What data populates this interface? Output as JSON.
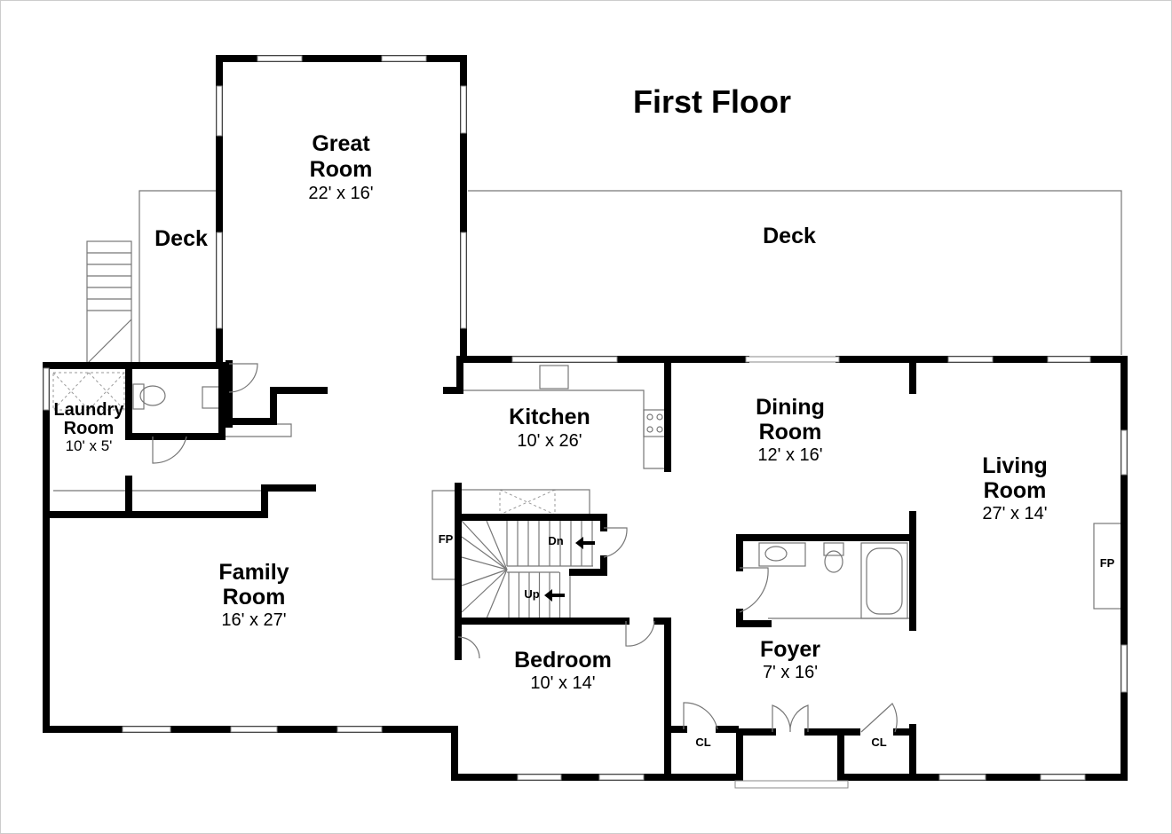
{
  "title": "First Floor",
  "rooms": [
    {
      "name_lines": [
        "Great",
        "Room"
      ],
      "size": "22' x 16'"
    },
    {
      "name_lines": [
        "Deck"
      ],
      "size": ""
    },
    {
      "name_lines": [
        "Deck"
      ],
      "size": ""
    },
    {
      "name_lines": [
        "Laundry",
        "Room"
      ],
      "size": "10' x 5'"
    },
    {
      "name_lines": [
        "Kitchen"
      ],
      "size": "10' x 26'"
    },
    {
      "name_lines": [
        "Dining",
        "Room"
      ],
      "size": "12' x 16'"
    },
    {
      "name_lines": [
        "Living",
        "Room"
      ],
      "size": "27' x 14'"
    },
    {
      "name_lines": [
        "Family",
        "Room"
      ],
      "size": "16' x 27'"
    },
    {
      "name_lines": [
        "Bedroom"
      ],
      "size": "10' x 14'"
    },
    {
      "name_lines": [
        "Foyer"
      ],
      "size": "7' x 16'"
    }
  ],
  "small_labels": {
    "fp_stairs": "FP",
    "fp_living": "FP",
    "stairs_down": "Dn",
    "stairs_up": "Up",
    "closet_left": "CL",
    "closet_right": "CL"
  }
}
